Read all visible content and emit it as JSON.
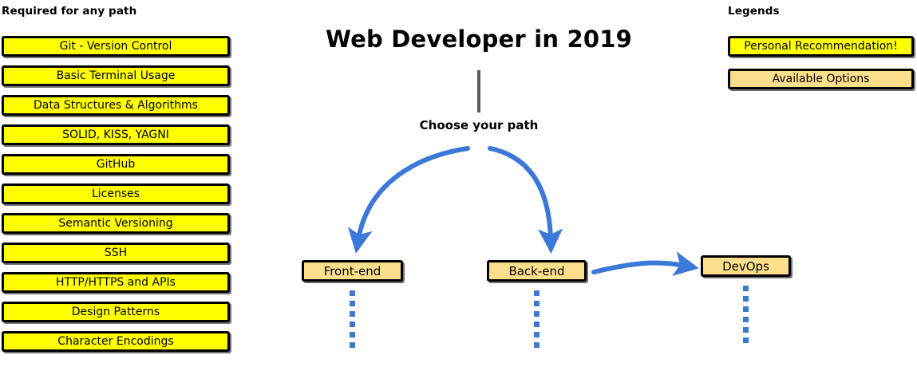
{
  "diagram": {
    "title": "Web Developer in 2019",
    "choose_path_label": "Choose your path",
    "stem_color": "#5B5B5B",
    "arrow_color": "#3C78D8",
    "dot_color": "#3C78D8"
  },
  "required": {
    "heading": "Required for any path",
    "box_color": "#FFFF00",
    "items": [
      {
        "label": "Git - Version Control"
      },
      {
        "label": "Basic Terminal Usage"
      },
      {
        "label": "Data Structures & Algorithms"
      },
      {
        "label": "SOLID, KISS, YAGNI"
      },
      {
        "label": "GitHub"
      },
      {
        "label": "Licenses"
      },
      {
        "label": "Semantic Versioning"
      },
      {
        "label": "SSH"
      },
      {
        "label": "HTTP/HTTPS and APIs"
      },
      {
        "label": "Design Patterns"
      },
      {
        "label": "Character Encodings"
      }
    ]
  },
  "legends": {
    "heading": "Legends",
    "items": [
      {
        "label": "Personal Recommendation!",
        "color": "#FFFF00"
      },
      {
        "label": "Available Options",
        "color": "#FBDF8D"
      }
    ]
  },
  "paths": {
    "nodes": [
      {
        "label": "Front-end",
        "color": "#FBDF8D"
      },
      {
        "label": "Back-end",
        "color": "#FBDF8D"
      },
      {
        "label": "DevOps",
        "color": "#FBDF8D"
      }
    ]
  }
}
